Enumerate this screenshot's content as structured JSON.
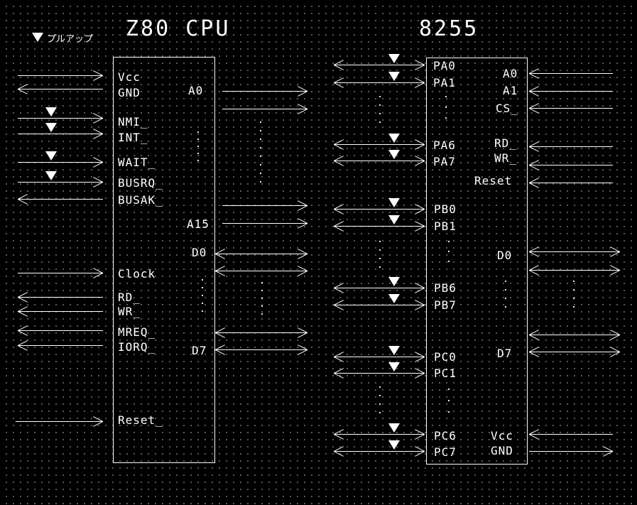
{
  "legend": "プルアップ",
  "cpu": {
    "title": "Z80 CPU",
    "left_pins": [
      "Vcc",
      "GND",
      "NMI_",
      "INT_",
      "WAIT_",
      "BUSRQ_",
      "BUSAK_",
      "Clock",
      "RD_",
      "WR_",
      "MREQ_",
      "IORQ_",
      "Reset_"
    ],
    "right_pins": [
      "A0",
      "A15",
      "D0",
      "D7"
    ]
  },
  "ppi": {
    "title": "8255",
    "left_pins": [
      "PA0",
      "PA1",
      "PA6",
      "PA7",
      "PB0",
      "PB1",
      "PB6",
      "PB7",
      "PC0",
      "PC1",
      "PC6",
      "PC7"
    ],
    "right_pins": [
      "A0",
      "A1",
      "CS_",
      "RD_",
      "WR_",
      "Reset",
      "D0",
      "D7",
      "Vcc",
      "GND"
    ]
  },
  "colors": {
    "background": "#000000",
    "line": "#ffffff",
    "grid": "#6a6a6a"
  },
  "symbols": {
    "pullup": "triangle-down",
    "input": "arrow-right",
    "output": "arrow-left",
    "bidirectional": "arrow-both"
  }
}
